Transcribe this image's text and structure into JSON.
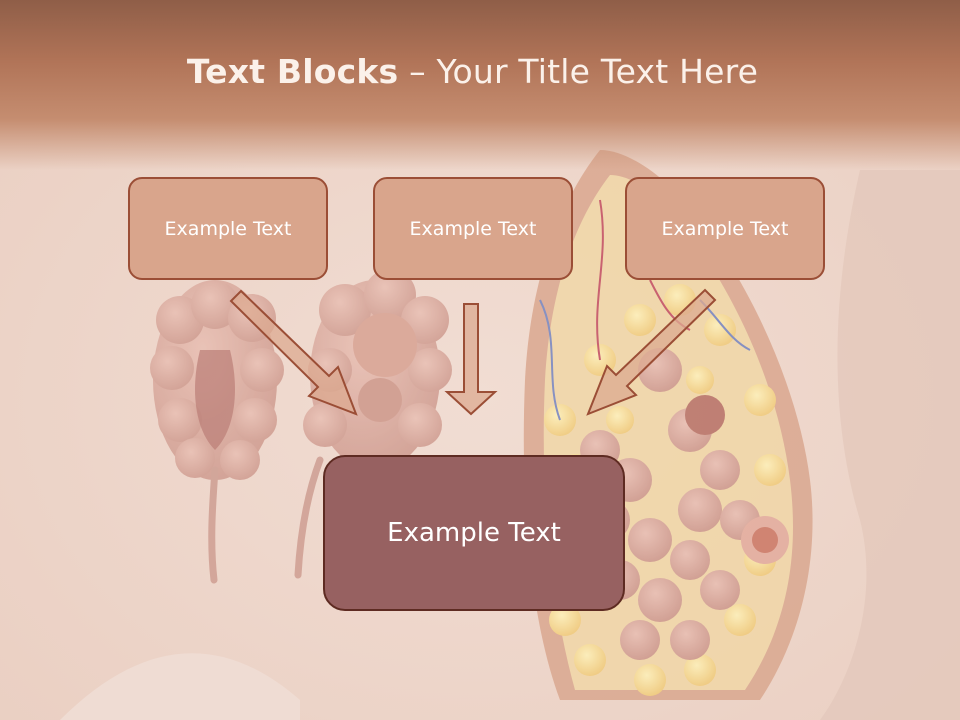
{
  "title": {
    "bold": "Text Blocks",
    "separator": " – ",
    "rest": "Your Title Text Here"
  },
  "boxes": {
    "top_left": "Example Text",
    "top_center": "Example Text",
    "top_right": "Example Text",
    "main": "Example Text"
  },
  "colors": {
    "header": "#b07357",
    "box_fill": "#d9a58c",
    "box_border": "#9b4e36",
    "main_fill": "#976161",
    "arrow_fill": "#dcaa90"
  }
}
